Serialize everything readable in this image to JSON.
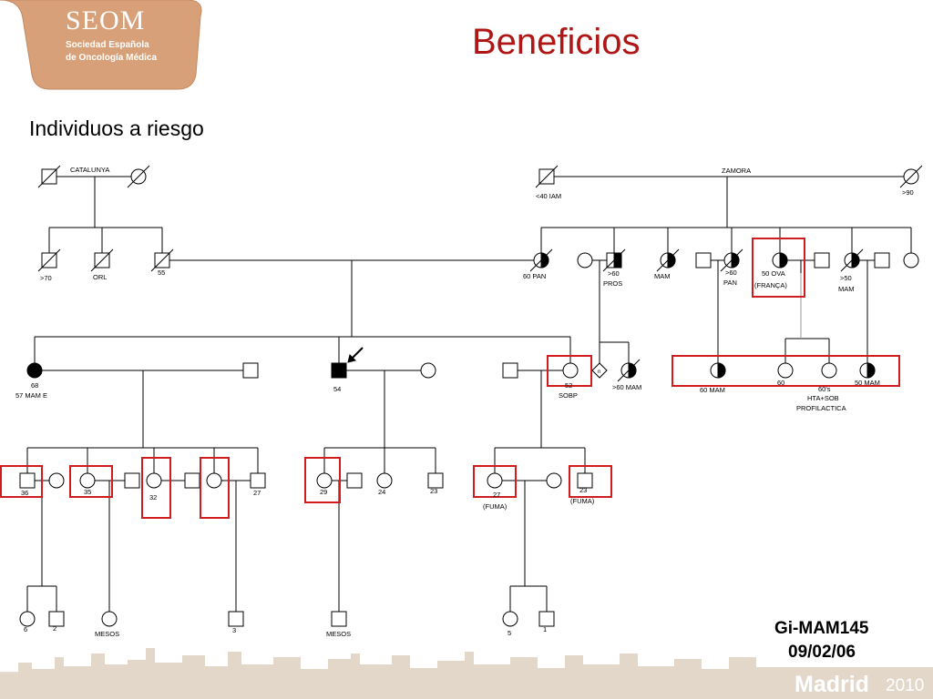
{
  "logo": {
    "name": "SEOM",
    "line1": "Sociedad Española",
    "line2": "de Oncología Médica"
  },
  "title": "Beneficios",
  "subtitle": "Individuos a riesgo",
  "pedigree": {
    "family_labels": [
      "CATALUNYA",
      "ZAMORA"
    ],
    "labels": {
      "g1_cat": [],
      "g1_zam": [
        "<40 IAM",
        ">90"
      ],
      "g2_cat": [
        ">70",
        "ORL",
        "55"
      ],
      "g2_zam": [
        "60 PAN",
        ">60",
        "PROS",
        "MAM",
        ">60",
        "PAN",
        "50 OVA",
        "(FRANÇA)",
        ">50",
        "MAM"
      ],
      "g3": [
        "68",
        "57 MAM E",
        "54",
        "52",
        "SOBP",
        "n",
        ">60 MAM",
        "60 MAM",
        "60",
        "50 MAM",
        "60's",
        "HTA+SOB",
        "PROFILACTICA"
      ],
      "g4": [
        "36",
        "35",
        "32",
        "27",
        "29",
        "24",
        "23",
        "27",
        "(FUMA)",
        "23",
        "(FUMA)"
      ],
      "g5": [
        "6",
        "2",
        "MESOS",
        "3",
        "MESOS",
        "5",
        "1"
      ]
    }
  },
  "code": {
    "line1": "Gi-MAM145",
    "line2": "09/02/06"
  },
  "footer": {
    "city": "Madrid",
    "year": "2010"
  },
  "colors": {
    "title": "#b01616",
    "highlight": "#d01c1c",
    "logo": "#d8a078",
    "skyline": "#e8dcd0",
    "footer": "#e3d7ca"
  }
}
